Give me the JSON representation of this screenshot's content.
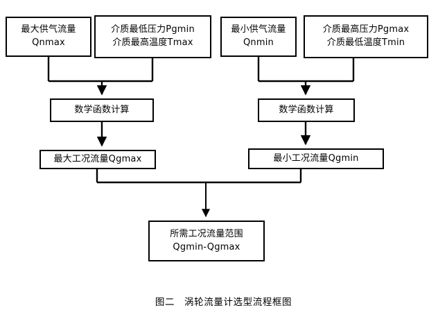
{
  "figure": {
    "caption_label": "图二",
    "caption_title": "涡轮流量计选型流程框图"
  },
  "diagram": {
    "type": "flowchart",
    "orientation": "top-to-bottom",
    "nodes": [
      {
        "id": "qnmax",
        "line1": "最大供气流量",
        "line2": "Qnmax"
      },
      {
        "id": "pgmin_tmax",
        "line1": "介质最低压力Pgmin",
        "line2": "介质最高温度Tmax"
      },
      {
        "id": "qnmin",
        "line1": "最小供气流量",
        "line2": "Qnmin"
      },
      {
        "id": "pgmax_tmin",
        "line1": "介质最高压力Pgmax",
        "line2": "介质最低温度Tmin"
      },
      {
        "id": "calc_left",
        "line1": "数学函数计算",
        "line2": ""
      },
      {
        "id": "calc_right",
        "line1": "数学函数计算",
        "line2": ""
      },
      {
        "id": "qgmax",
        "line1": "最大工况流量Qgmax",
        "line2": ""
      },
      {
        "id": "qgmin",
        "line1": "最小工况流量Qgmin",
        "line2": ""
      },
      {
        "id": "range",
        "line1": "所需工况流量范围",
        "line2": "Qgmin-Qgmax"
      }
    ],
    "edges": [
      {
        "from": "qnmax",
        "to": "calc_left",
        "style": "elbow-merge"
      },
      {
        "from": "pgmin_tmax",
        "to": "calc_left",
        "style": "elbow-merge"
      },
      {
        "from": "qnmin",
        "to": "calc_right",
        "style": "elbow-merge"
      },
      {
        "from": "pgmax_tmin",
        "to": "calc_right",
        "style": "elbow-merge"
      },
      {
        "from": "calc_left",
        "to": "qgmax",
        "style": "straight"
      },
      {
        "from": "calc_right",
        "to": "qgmin",
        "style": "straight"
      },
      {
        "from": "qgmax",
        "to": "range",
        "style": "elbow-merge"
      },
      {
        "from": "qgmin",
        "to": "range",
        "style": "elbow-merge"
      }
    ],
    "colors": {
      "stroke": "#000000",
      "fill": "#ffffff",
      "text": "#000000"
    }
  }
}
